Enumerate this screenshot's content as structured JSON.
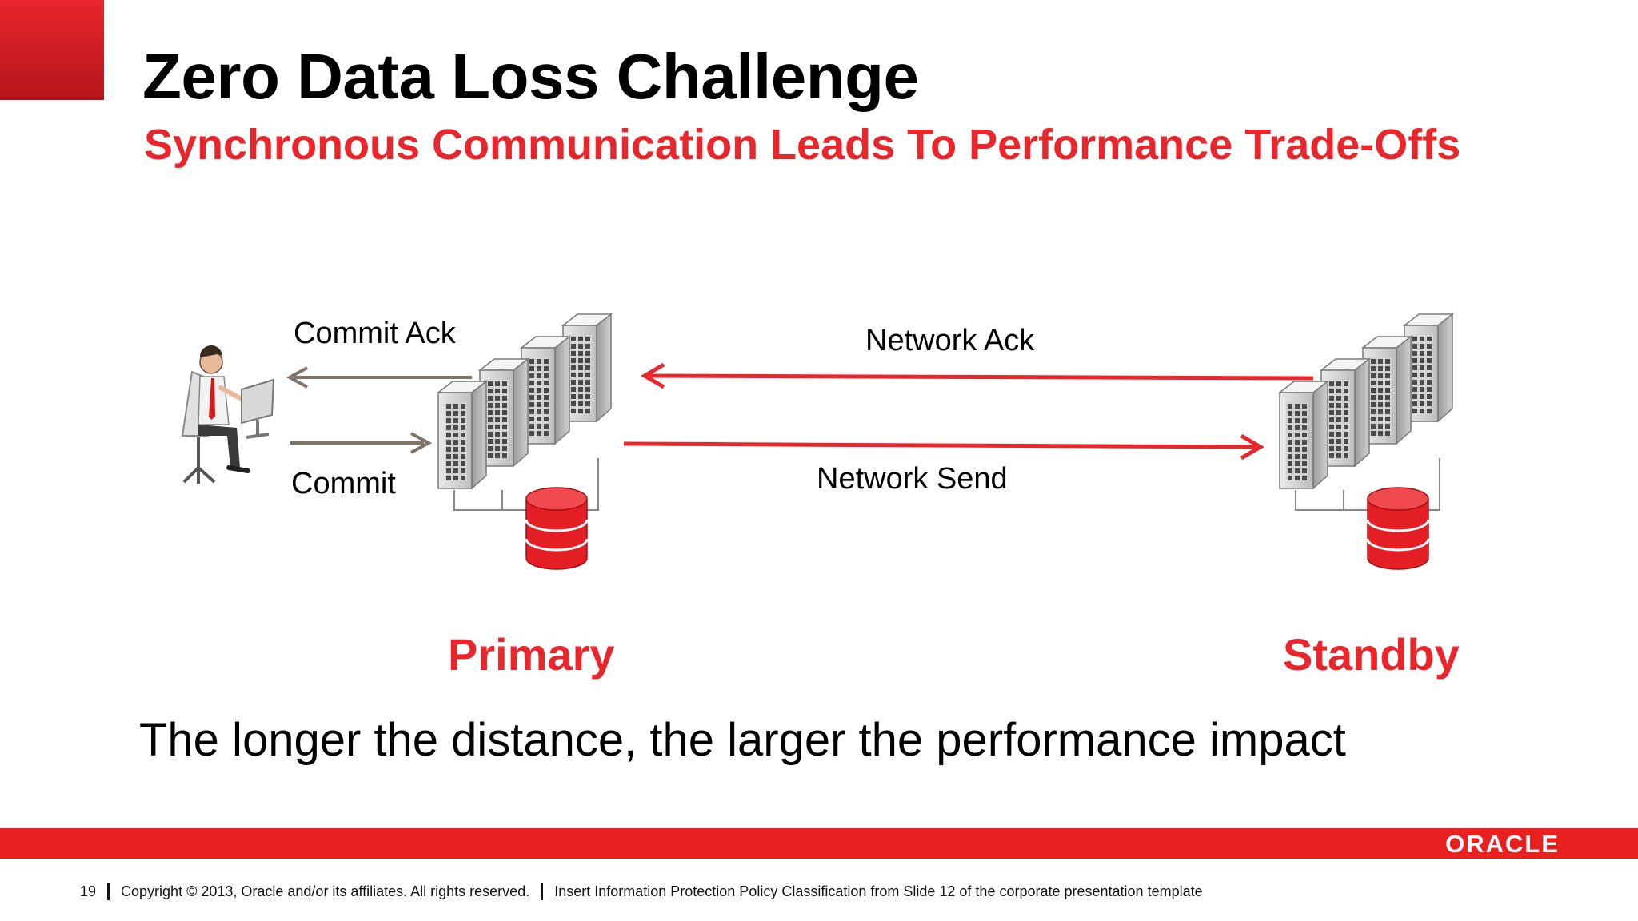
{
  "slide": {
    "title": "Zero Data Loss Challenge",
    "subtitle": "Synchronous Communication Leads To Performance Trade-Offs",
    "statement": "The longer the distance, the larger the performance impact",
    "accent_color": "#e8262c"
  },
  "diagram": {
    "labels": {
      "commit_ack": "Commit Ack",
      "commit": "Commit",
      "network_ack": "Network Ack",
      "network_send": "Network Send"
    },
    "sites": {
      "primary": "Primary",
      "standby": "Standby"
    },
    "icons": [
      "user-at-computer-icon",
      "server-rack-icon",
      "database-icon"
    ]
  },
  "footer": {
    "page_number": "19",
    "copyright": "Copyright © 2013, Oracle and/or its affiliates. All rights reserved.",
    "classification": "Insert Information Protection Policy Classification from Slide 12 of the corporate presentation template",
    "brand": "ORACLE"
  }
}
